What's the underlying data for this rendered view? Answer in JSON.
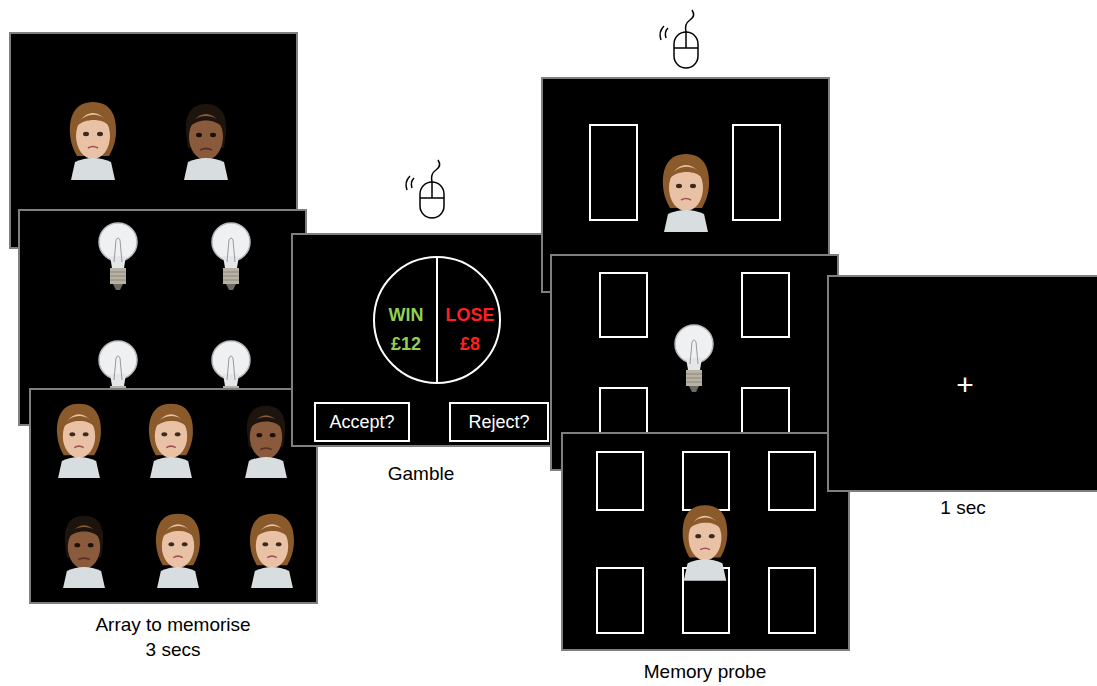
{
  "diagram": {
    "nodes": [
      {
        "text": [
          "Gamble"
        ]
      },
      {
        "text": [
          "WIN",
          "£12",
          "LOSE",
          "£8"
        ],
        "in": 0
      },
      {
        "text": [
          "Accept?"
        ],
        "in": 0
      },
      {
        "text": [
          "Reject?"
        ],
        "in": 0
      },
      {
        "text": [
          "+",
          "1 sec"
        ]
      }
    ],
    "labels": [
      "Array to memorise",
      "3 secs",
      "Memory probe"
    ]
  }
}
